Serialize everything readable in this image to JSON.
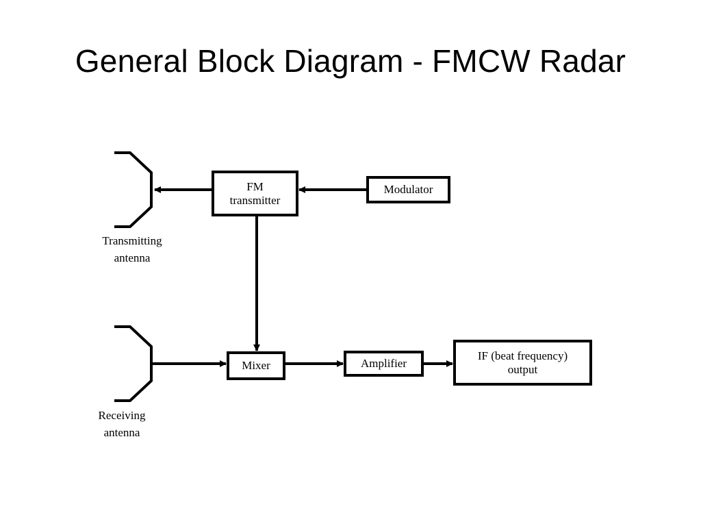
{
  "title": "General Block Diagram - FMCW Radar",
  "blocks": {
    "fm_transmitter": {
      "line1": "FM",
      "line2": "transmitter"
    },
    "modulator": {
      "label": "Modulator"
    },
    "mixer": {
      "label": "Mixer"
    },
    "amplifier": {
      "label": "Amplifier"
    },
    "if_output": {
      "line1": "IF (beat frequency)",
      "line2": "output"
    }
  },
  "antennas": {
    "transmitting": {
      "line1": "Transmitting",
      "line2": "antenna"
    },
    "receiving": {
      "line1": "Receiving",
      "line2": "antenna"
    }
  },
  "colors": {
    "ink": "#000000",
    "background": "#ffffff"
  }
}
